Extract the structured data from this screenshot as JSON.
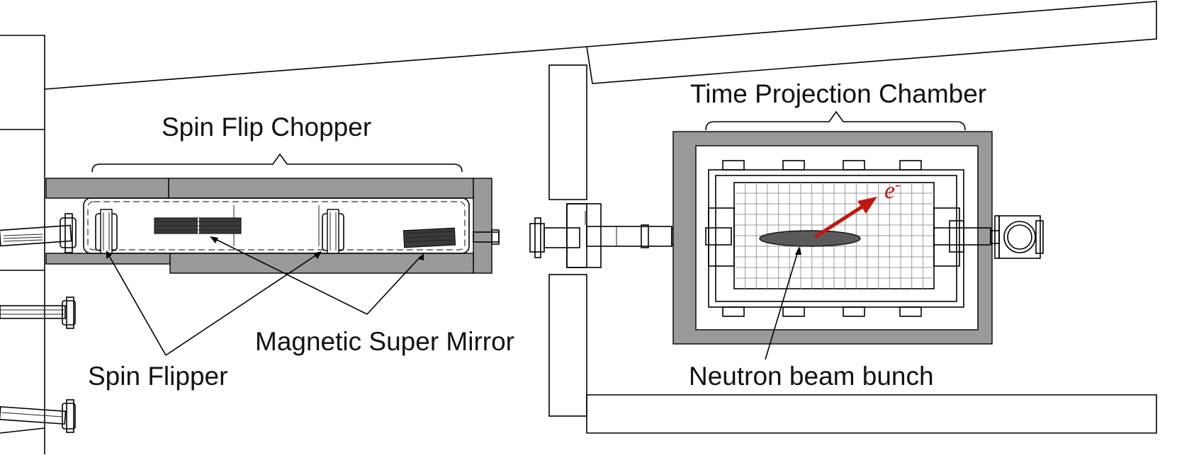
{
  "labels": {
    "spin_flip_chopper": "Spin Flip Chopper",
    "time_projection_chamber": "Time Projection Chamber",
    "magnetic_super_mirror": "Magnetic Super Mirror",
    "spin_flipper": "Spin Flipper",
    "neutron_beam_bunch": "Neutron beam bunch",
    "electron_symbol": "e",
    "electron_superscript": "-"
  },
  "colors": {
    "shield_gray": "#9a9a9a",
    "beam_bunch": "#5a5a5a",
    "electron_arrow": "#c0160f",
    "line": "#000000"
  }
}
